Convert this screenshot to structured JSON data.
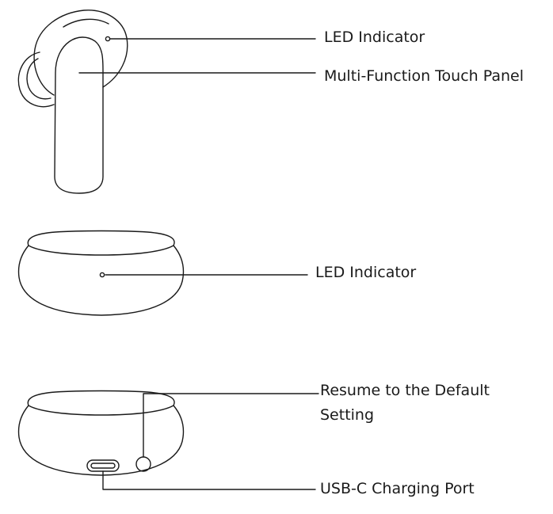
{
  "labels": {
    "earbud_led": "LED Indicator",
    "touch_panel": "Multi-Function Touch Panel",
    "case_led": "LED  Indicator",
    "reset_line1": "Resume to the Default",
    "reset_line2": "Setting",
    "usb_port": "USB-C Charging Port"
  },
  "colors": {
    "stroke": "#1a1a1a",
    "background": "#ffffff"
  }
}
